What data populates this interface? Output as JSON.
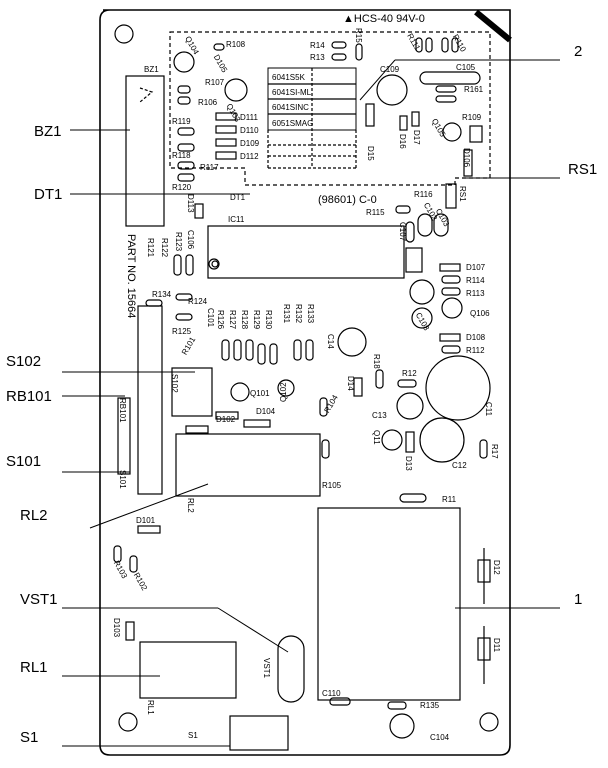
{
  "board": {
    "header": "▲HCS-40 94V-0",
    "code": "(98601) C-0",
    "part_no": "PART NO. 15664",
    "table_rows": [
      "6041S5K",
      "6041SI-ML",
      "6041SINC",
      "6051SMAG"
    ]
  },
  "callouts": {
    "bz1": "BZ1",
    "dt1": "DT1",
    "s102": "S102",
    "rb101": "RB101",
    "s101": "S101",
    "rl2": "RL2",
    "vst1": "VST1",
    "rl1": "RL1",
    "s1": "S1",
    "n2": "2",
    "rs1": "RS1",
    "n1": "1"
  },
  "refs": {
    "q104": "Q104",
    "r108": "R108",
    "r107": "R107",
    "r106": "R106",
    "d105": "D105",
    "q103": "Q103",
    "bz1": "BZ1",
    "r14": "R14",
    "r13": "R13",
    "r15": "R15",
    "r111": "R111",
    "r110": "R110",
    "c109": "C109",
    "c105": "C105",
    "r161": "R161",
    "r109": "R109",
    "q105": "Q105",
    "d16": "D16",
    "d17": "D17",
    "d15": "D15",
    "d106": "D106",
    "r119": "R119",
    "d111": "D111",
    "d110": "D110",
    "d109": "D109",
    "d112": "D112",
    "r118": "R118",
    "r117": "R117",
    "r120": "R120",
    "dt1": "DT1",
    "d113": "D113",
    "ic11": "IC11",
    "r115": "R115",
    "r116": "R116",
    "rs1": "RS1",
    "c107": "C107",
    "c102": "C102",
    "c103": "C103",
    "r121": "R121",
    "r122": "R122",
    "r123": "R123",
    "c106": "C106",
    "d107": "D107",
    "r114": "R114",
    "r113": "R113",
    "q106": "Q106",
    "c108": "C108",
    "d108": "D108",
    "r112": "R112",
    "r134": "R134",
    "r124": "R124",
    "r125": "R125",
    "c101": "C101",
    "r126": "R126",
    "r127": "R127",
    "r128": "R128",
    "r129": "R129",
    "r130": "R130",
    "r131": "R131",
    "r132": "R132",
    "r133": "R133",
    "c14": "C14",
    "r101": "R101",
    "rb101": "RB101",
    "s102": "S102",
    "q101": "Q101",
    "q102": "Q102",
    "d102": "D102",
    "d104": "D104",
    "r104": "R104",
    "d14": "D14",
    "r18": "R18",
    "r12": "R12",
    "c13": "C13",
    "c11": "C11",
    "q11": "Q11",
    "d13": "D13",
    "c12": "C12",
    "r17": "R17",
    "s101": "S101",
    "r105": "R105",
    "rl2": "RL2",
    "r11": "R11",
    "d101": "D101",
    "r103": "R103",
    "r102": "R102",
    "d12": "D12",
    "d103": "D103",
    "d11": "D11",
    "vst1": "VST1",
    "rl1": "RL1",
    "c110": "C110",
    "r135": "R135",
    "s1": "S1",
    "c104": "C104"
  }
}
